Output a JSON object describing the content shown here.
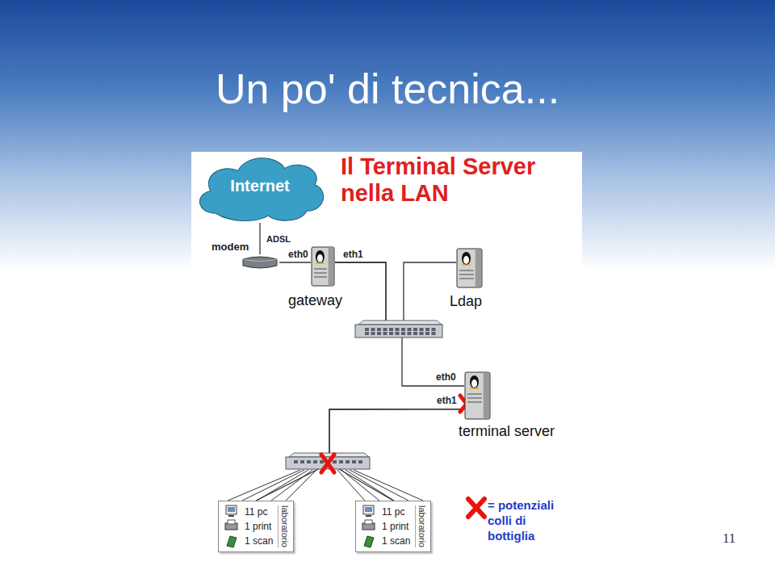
{
  "diagram": {
    "title": "Un po' di tecnica...",
    "nodes": [
      {
        "text": [
          "Internet"
        ]
      },
      {
        "text": [
          "modem"
        ]
      },
      {
        "text": [
          "gateway"
        ]
      },
      {
        "text": [
          "Ldap"
        ]
      },
      {
        "text": [
          "terminal server"
        ]
      },
      {
        "text": [
          "11 pc",
          "1 print",
          "1 scan",
          "laboratorio"
        ]
      },
      {
        "text": [
          "11 pc",
          "1 print",
          "1 scan",
          "laboratorio"
        ]
      }
    ],
    "edges": [
      {
        "from": 0,
        "to": 1,
        "arrow": "none",
        "label": "ADSL"
      },
      {
        "from": 1,
        "to": 2,
        "arrow": "none"
      },
      {
        "from": 2,
        "to": 3,
        "arrow": "none"
      },
      {
        "from": 2,
        "to": 4,
        "arrow": "none"
      },
      {
        "from": 4,
        "to": 5,
        "arrow": "none"
      },
      {
        "from": 4,
        "to": 6,
        "arrow": "none"
      }
    ],
    "labels": [
      "Il Terminal Server nella LAN",
      "eth0",
      "eth1",
      "eth0",
      "eth1",
      "11"
    ],
    "legend": [
      {
        "text": "= potenziali colli di bottiglia"
      }
    ]
  }
}
